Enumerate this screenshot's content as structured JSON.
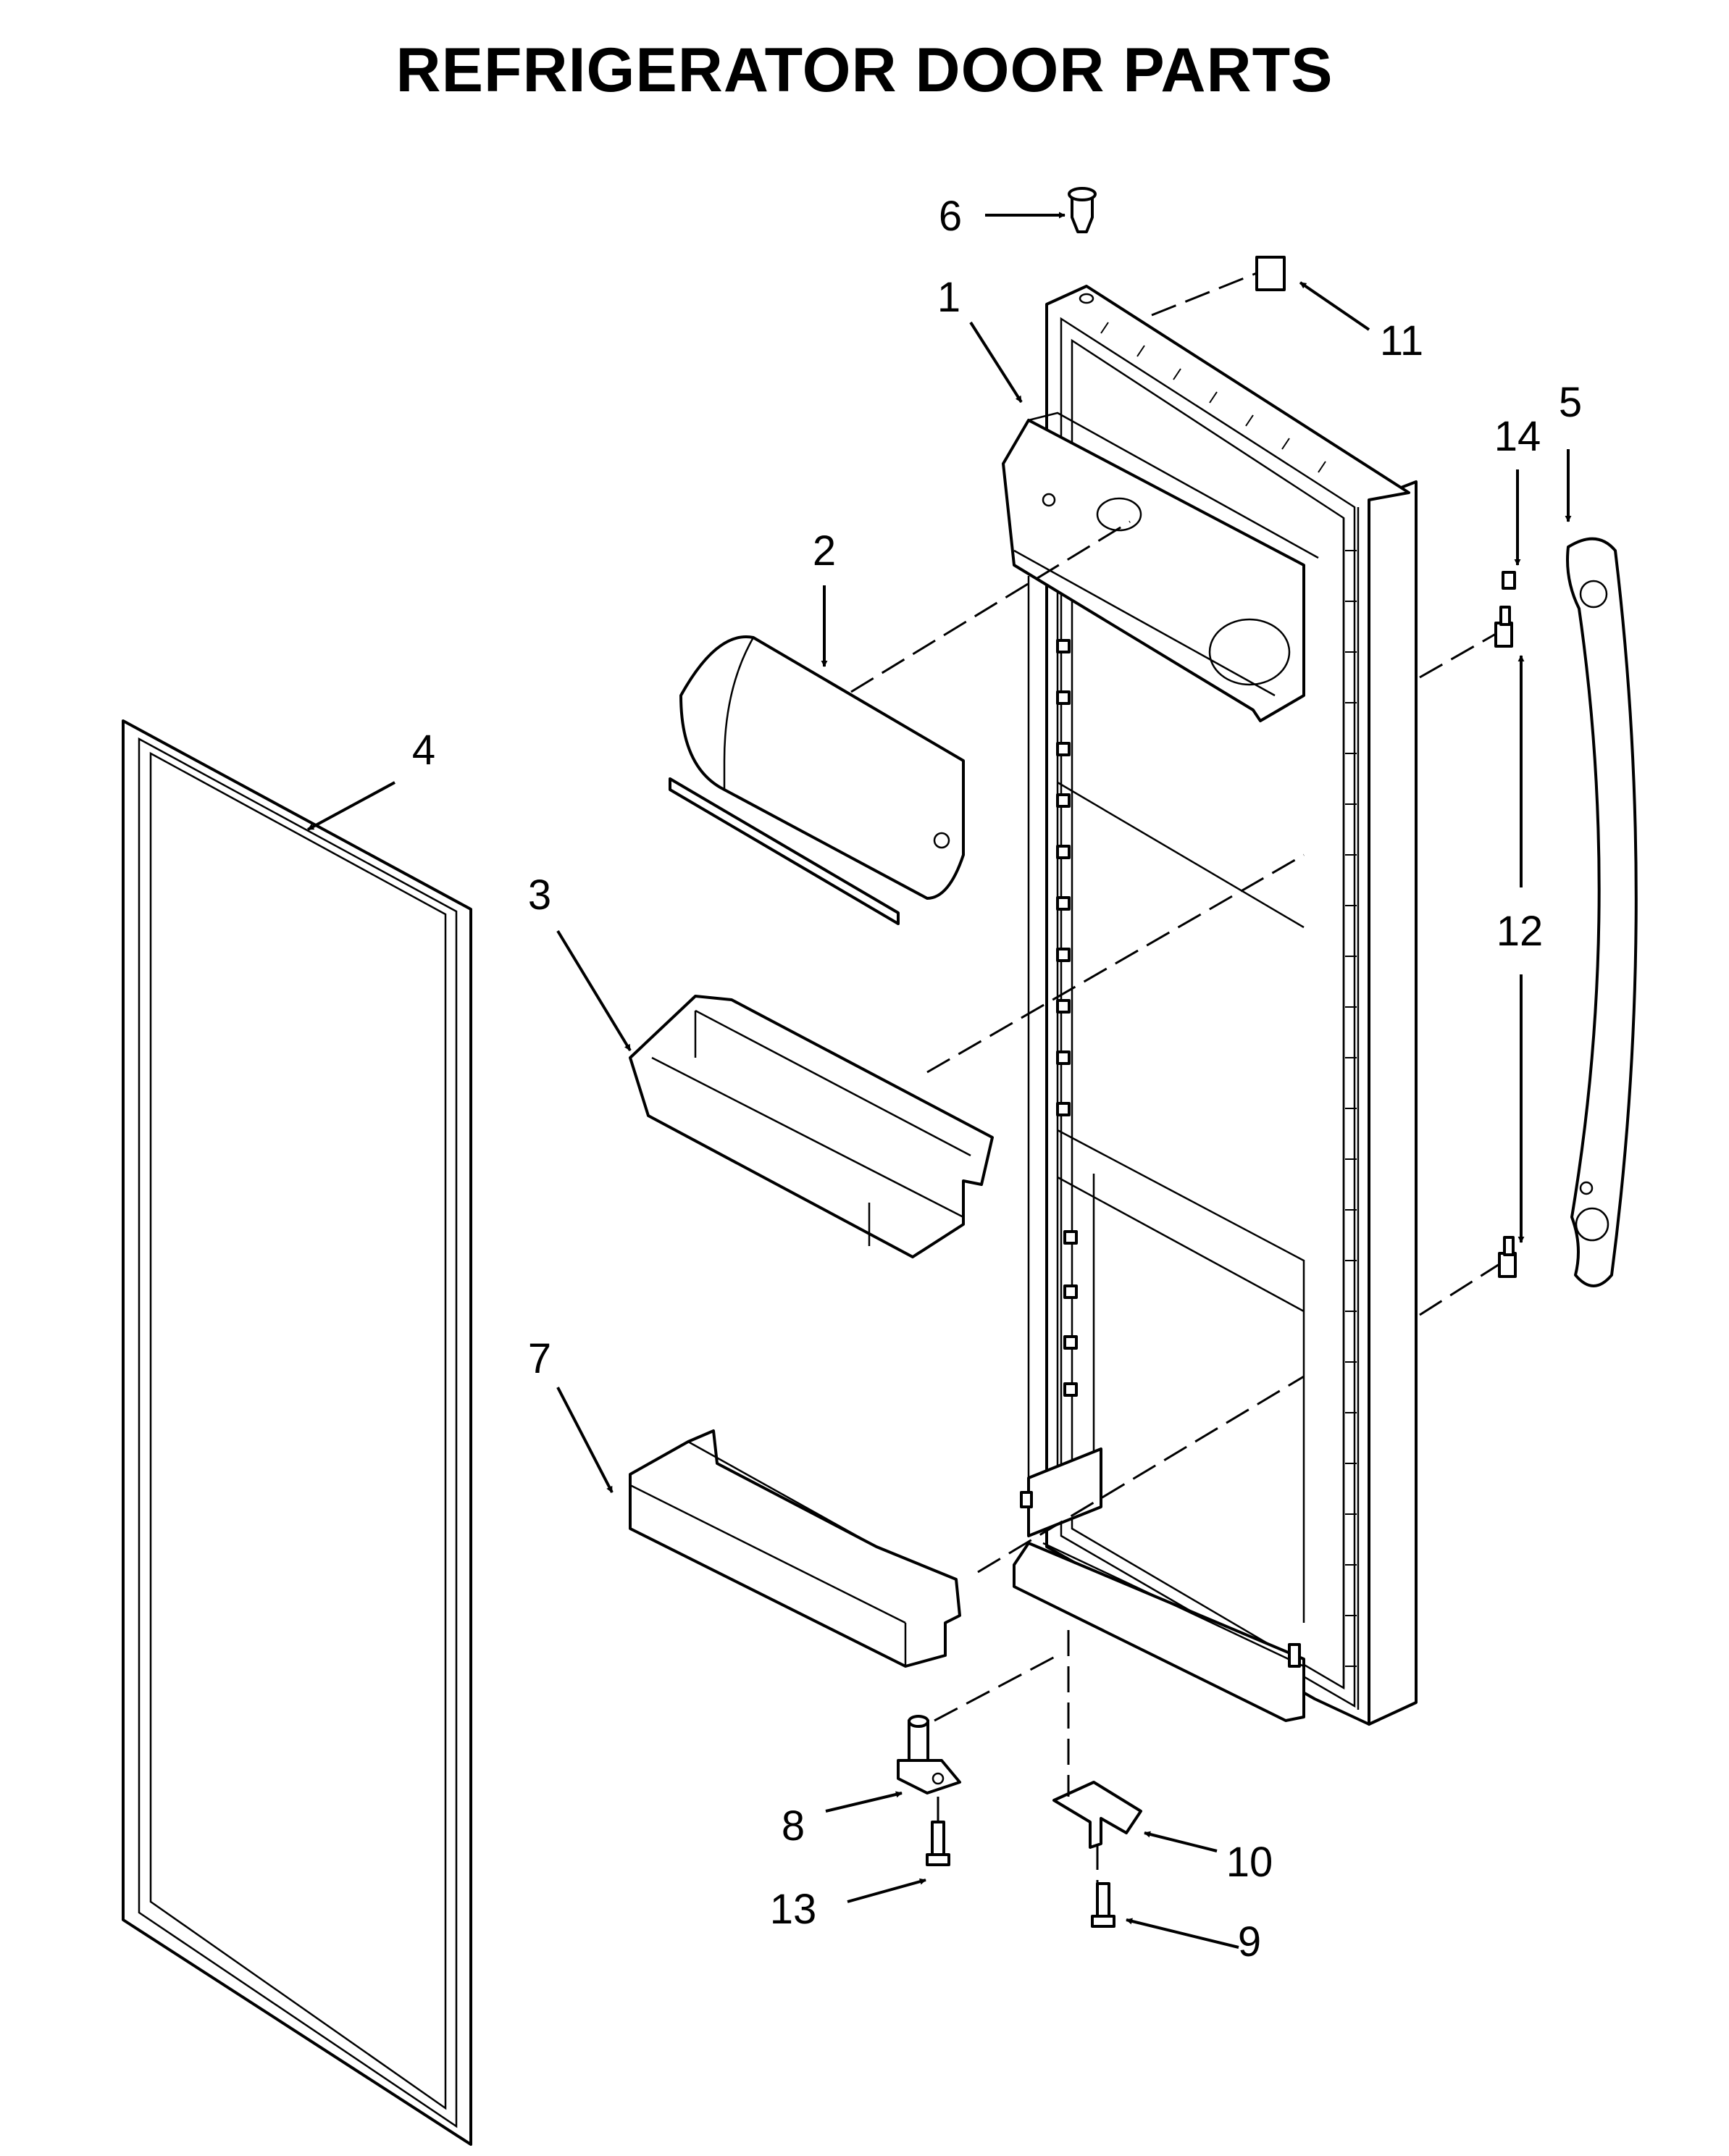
{
  "title": "REFRIGERATOR DOOR PARTS",
  "callouts": [
    "1",
    "2",
    "3",
    "4",
    "5",
    "6",
    "7",
    "8",
    "9",
    "10",
    "11",
    "12",
    "13",
    "14"
  ],
  "colors": {
    "line": "#000000",
    "background": "#ffffff"
  }
}
